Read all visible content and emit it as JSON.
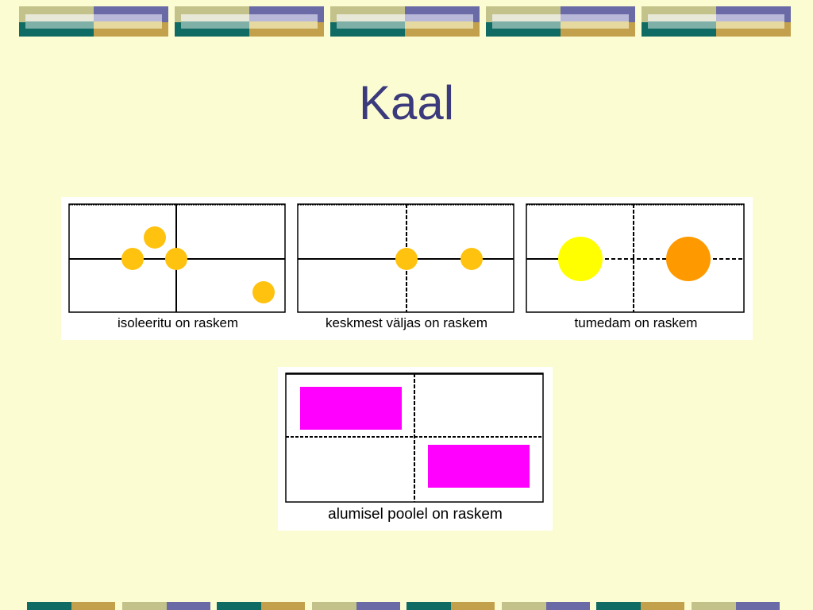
{
  "slide": {
    "title": "Kaal"
  },
  "panels": [
    {
      "caption": "isoleeritu on raskem"
    },
    {
      "caption": "keskmest väljas on raskem"
    },
    {
      "caption": "tumedam on raskem"
    },
    {
      "caption": "alumisel poolel on raskem"
    }
  ],
  "colors": {
    "background": "#fcfcd2",
    "title": "#3a3a7c",
    "circle_orange_yellow": "#ffc20e",
    "circle_light": "#ffff00",
    "circle_dark": "#ff9900",
    "rectangle": "#ff00ff",
    "deco_teal": "#0f6b64",
    "deco_gold": "#c2a04c",
    "deco_purple": "#6a6aa6",
    "deco_khaki": "#c2c28a"
  }
}
